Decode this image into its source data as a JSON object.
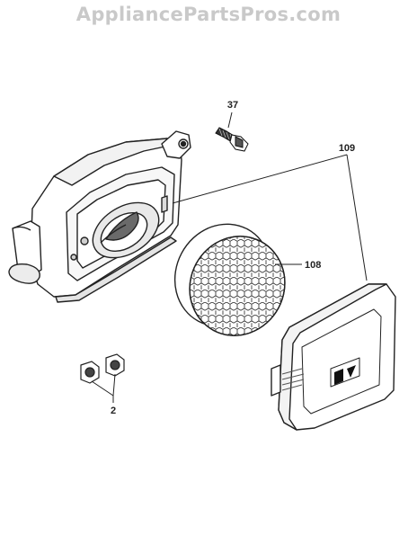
{
  "watermark": "AppliancePartsPros.com",
  "callouts": [
    {
      "id": "screw",
      "label": "37"
    },
    {
      "id": "assembly",
      "label": "109"
    },
    {
      "id": "filter",
      "label": "108"
    },
    {
      "id": "nuts",
      "label": "2"
    }
  ]
}
